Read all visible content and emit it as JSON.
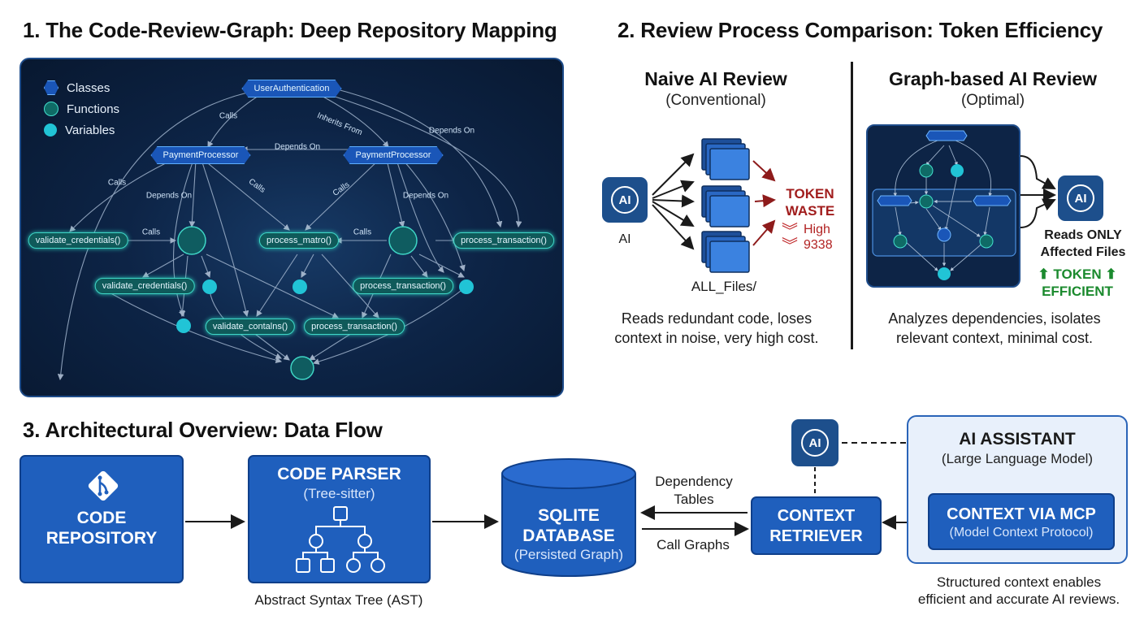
{
  "section1": {
    "title": "1. The Code-Review-Graph: Deep Repository Mapping",
    "legend": {
      "classes": "Classes",
      "functions": "Functions",
      "variables": "Variables"
    },
    "class_nodes": {
      "user_auth": "UserAuthentication",
      "payment_left": "PaymentProcessor",
      "payment_right": "PaymentProcessor"
    },
    "function_nodes": {
      "validate_credentials_1": "validate_credentials()",
      "validate_credentials_2": "validate_credentials()",
      "process_matro": "process_matro()",
      "process_transaction_1": "process_transaction()",
      "process_transaction_2": "process_transaction()",
      "process_transaction_3": "process_transaction()",
      "validate_contains": "validate_contalns()"
    },
    "edge_labels": {
      "calls_top": "Calls",
      "inherits_from": "Inherits From",
      "depends_on_top_right": "Depends On",
      "depends_on_mid": "Depends On",
      "calls_left": "Calls",
      "depends_on_left": "Depends On",
      "calls_center_1": "Calls",
      "calls_center_2": "Calls",
      "depends_on_right": "Depends On",
      "calls_lower_left": "Calls",
      "calls_lower_right": "Calls"
    }
  },
  "section2": {
    "title": "2. Review Process Comparison: Token Efficiency",
    "naive": {
      "heading": "Naive AI Review",
      "subheading": "(Conventional)",
      "ai_label": "AI",
      "folder_label": "ALL_Files/",
      "waste_line1": "TOKEN",
      "waste_line2": "WASTE",
      "high_label": "High",
      "high_value": "9338",
      "desc_line1": "Reads redundant code, loses",
      "desc_line2": "context in noise, very high cost."
    },
    "graph": {
      "heading": "Graph-based AI Review",
      "subheading": "(Optimal)",
      "reads_line1": "Reads ONLY",
      "reads_line2": "Affected Files",
      "eff_line1": "TOKEN",
      "eff_line2": "EFFICIENT",
      "desc_line1": "Analyzes dependencies, isolates",
      "desc_line2": "relevant context, minimal cost."
    },
    "ai_badge_text": "AI"
  },
  "section3": {
    "title": "3. Architectural Overview: Data Flow",
    "repo": {
      "line1": "CODE",
      "line2": "REPOSITORY"
    },
    "parser": {
      "title": "CODE PARSER",
      "sub": "(Tree-sitter)",
      "caption": "Abstract Syntax Tree (AST)"
    },
    "db": {
      "line1": "SQLITE",
      "line2": "DATABASE",
      "sub": "(Persisted Graph)"
    },
    "dep_tables_1": "Dependency",
    "dep_tables_2": "Tables",
    "call_graphs": "Call Graphs",
    "retriever": {
      "line1": "CONTEXT",
      "line2": "RETRIEVER"
    },
    "assistant": {
      "title": "AI ASSISTANT",
      "sub": "(Large Language Model)"
    },
    "mcp": {
      "title": "CONTEXT VIA MCP",
      "sub": "(Model Context Protocol)"
    },
    "footer_line1": "Structured context enables",
    "footer_line2": "efficient and accurate AI reviews."
  },
  "colors": {
    "panel_bg": "#0d2446",
    "class_blue": "#1a56b8",
    "func_teal": "#0f5a5a",
    "var_cyan": "#21c4d6",
    "box_blue": "#1f5fbd",
    "waste_red": "#a11d1d",
    "efficient_green": "#1b8a2e"
  }
}
